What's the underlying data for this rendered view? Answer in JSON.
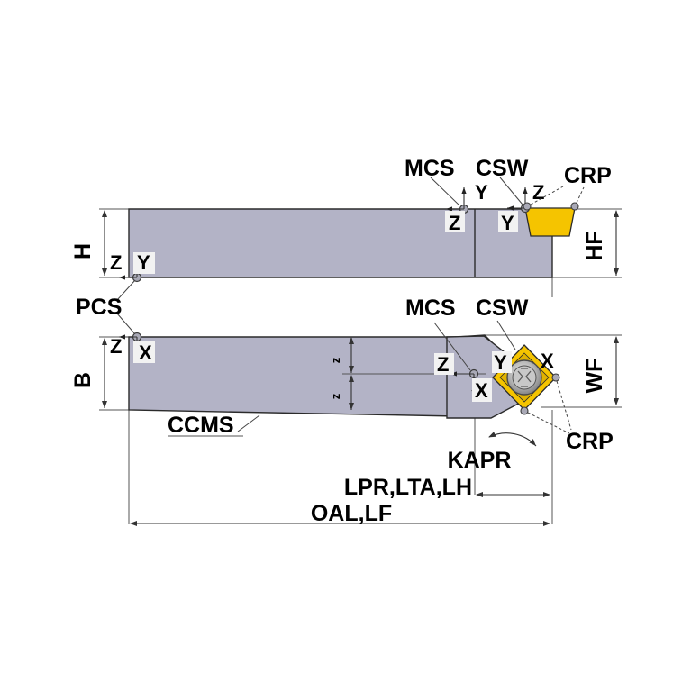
{
  "drawing": {
    "title": "Turning tool holder dimensional diagram",
    "views": [
      {
        "name": "side-view",
        "description": "Side view of tool holder shank with insert"
      },
      {
        "name": "top-view",
        "description": "Top view of tool holder shank with rhombic insert"
      }
    ],
    "colors": {
      "shank": "#b3b3c6",
      "insert": "#f5c400",
      "outline": "#2b2b2b",
      "dimension_line": "#333333",
      "thin_line": "#555555",
      "background": "#ffffff"
    },
    "labels": {
      "mcs_top": "MCS",
      "csw_top": "CSW",
      "crp_top": "CRP",
      "mcs_bottom": "MCS",
      "csw_bottom": "CSW",
      "crp_bottom": "CRP",
      "kapr": "KAPR",
      "ccms": "CCMS",
      "pcs": "PCS"
    },
    "dimensions": {
      "h": "H",
      "hf": "HF",
      "b": "B",
      "wf": "WF",
      "lpr": "LPR,LTA,LH",
      "oal": "OAL,LF"
    },
    "axes": {
      "top_view": [
        {
          "id": "origin-z",
          "text": "Z"
        },
        {
          "id": "origin-y",
          "text": "Y"
        },
        {
          "id": "mcs-z",
          "text": "Z"
        },
        {
          "id": "mcs-y",
          "text": "Y"
        },
        {
          "id": "csw-y",
          "text": "Y"
        },
        {
          "id": "csw-z",
          "text": "Z"
        }
      ],
      "bottom_view": [
        {
          "id": "origin-z",
          "text": "Z"
        },
        {
          "id": "origin-x",
          "text": "X"
        },
        {
          "id": "center-z-upper",
          "text": "z"
        },
        {
          "id": "center-z-lower",
          "text": "z"
        },
        {
          "id": "mcs-z",
          "text": "Z"
        },
        {
          "id": "mcs-x",
          "text": "X"
        },
        {
          "id": "csw-y",
          "text": "Y"
        },
        {
          "id": "csw-x",
          "text": "X"
        }
      ]
    }
  }
}
